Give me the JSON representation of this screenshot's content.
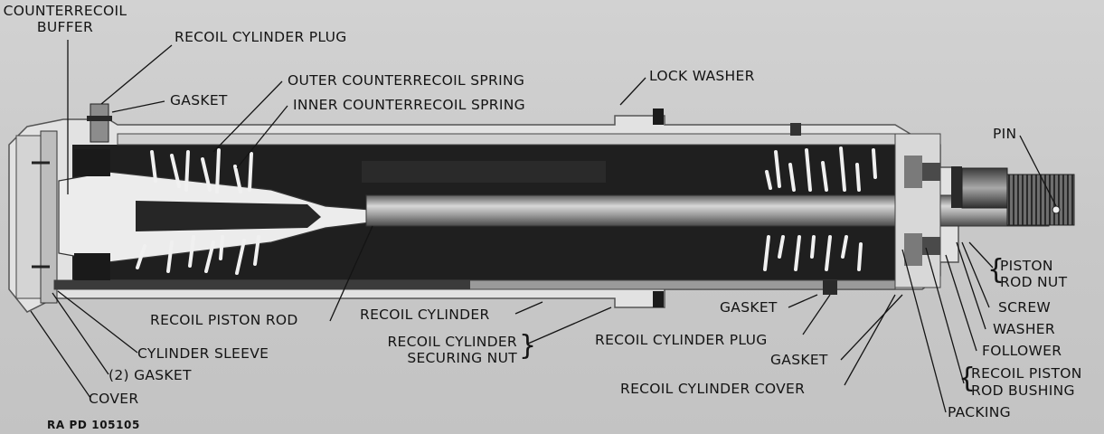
{
  "labels": {
    "counterrecoil_buffer_1": "COUNTERRECOIL",
    "counterrecoil_buffer_2": "BUFFER",
    "recoil_cylinder_plug_top": "RECOIL CYLINDER PLUG",
    "gasket_top": "GASKET",
    "outer_counterrecoil_spring": "OUTER COUNTERRECOIL SPRING",
    "inner_counterrecoil_spring": "INNER COUNTERRECOIL SPRING",
    "lock_washer": "LOCK WASHER",
    "pin": "PIN",
    "piston_rod_nut_1": "PISTON",
    "piston_rod_nut_2": "ROD NUT",
    "screw": "SCREW",
    "washer": "WASHER",
    "follower": "FOLLOWER",
    "recoil_piston_rod_bushing_1": "RECOIL PISTON",
    "recoil_piston_rod_bushing_2": "ROD BUSHING",
    "packing": "PACKING",
    "recoil_cylinder_cover": "RECOIL CYLINDER COVER",
    "gasket_right": "GASKET",
    "recoil_cylinder_plug_bottom": "RECOIL CYLINDER PLUG",
    "gasket_mid": "GASKET",
    "recoil_cylinder": "RECOIL CYLINDER",
    "recoil_cylinder_securing_nut_1": "RECOIL CYLINDER",
    "recoil_cylinder_securing_nut_2": "SECURING NUT",
    "recoil_piston_rod": "RECOIL PISTON ROD",
    "cylinder_sleeve": "CYLINDER SLEEVE",
    "gaskets_2": "(2) GASKET",
    "cover": "COVER",
    "figure_id": "RA PD 105105"
  },
  "colors": {
    "background": "#c9c9c9",
    "housing": "#e4e4e4",
    "dark_fill": "#1e1e1e",
    "rod": "#8a8a8a",
    "ink": "#141414"
  }
}
